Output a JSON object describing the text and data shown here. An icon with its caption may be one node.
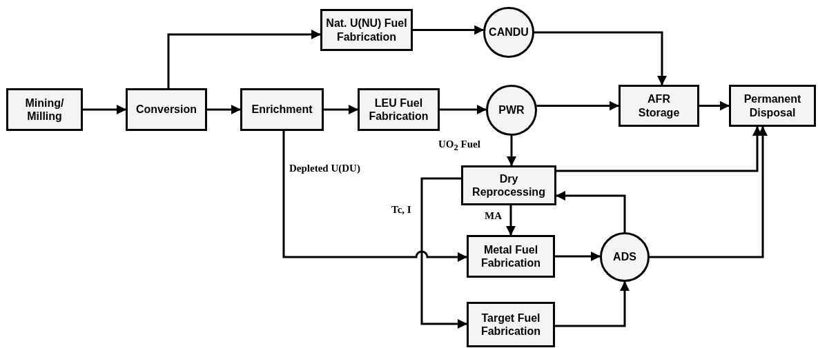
{
  "diagram": {
    "nodes": [
      {
        "text": [
          "Mining/ Milling"
        ]
      },
      {
        "text": [
          "Conversion"
        ]
      },
      {
        "text": [
          "Enrichment"
        ]
      },
      {
        "text": [
          "Nat. U(NU) Fuel Fabrication"
        ]
      },
      {
        "text": [
          "CANDU"
        ]
      },
      {
        "text": [
          "LEU Fuel Fabrication"
        ]
      },
      {
        "text": [
          "PWR"
        ]
      },
      {
        "text": [
          "AFR Storage"
        ]
      },
      {
        "text": [
          "Permanent Disposal"
        ]
      },
      {
        "text": [
          "Dry Reprocessing"
        ]
      },
      {
        "text": [
          "Metal Fuel Fabrication"
        ]
      },
      {
        "text": [
          "ADS"
        ]
      },
      {
        "text": [
          "Target Fuel Fabrication"
        ]
      }
    ],
    "edges": [
      {
        "from": 0,
        "to": 1,
        "arrow": "to"
      },
      {
        "from": 1,
        "to": 2,
        "arrow": "to"
      },
      {
        "from": 1,
        "to": 3,
        "arrow": "to"
      },
      {
        "from": 2,
        "to": 5,
        "arrow": "to"
      },
      {
        "from": 3,
        "to": 4,
        "arrow": "to"
      },
      {
        "from": 5,
        "to": 6,
        "arrow": "to"
      },
      {
        "from": 4,
        "to": 7,
        "arrow": "to"
      },
      {
        "from": 6,
        "to": 7,
        "arrow": "to"
      },
      {
        "from": 7,
        "to": 8,
        "arrow": "to"
      },
      {
        "from": 6,
        "to": 9,
        "arrow": "to",
        "label": "UO$_{2}$ Fuel"
      },
      {
        "from": 9,
        "to": 8,
        "arrow": "to"
      },
      {
        "from": 2,
        "to": 10,
        "arrow": "to",
        "label": "Depleted U(DU)"
      },
      {
        "from": 9,
        "to": 10,
        "arrow": "to",
        "label": "MA"
      },
      {
        "from": 9,
        "to": 12,
        "arrow": "to",
        "label": "Tc, I"
      },
      {
        "from": 11,
        "to": 9,
        "arrow": "to"
      },
      {
        "from": 10,
        "to": 11,
        "arrow": "to"
      },
      {
        "from": 12,
        "to": 11,
        "arrow": "to"
      },
      {
        "from": 11,
        "to": 8,
        "arrow": "to"
      }
    ]
  }
}
